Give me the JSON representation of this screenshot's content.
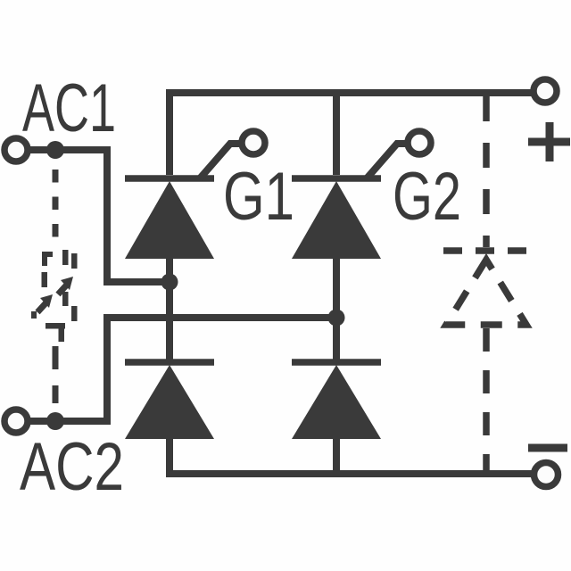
{
  "figure": {
    "type": "schematic",
    "description": "Single-phase half-controlled thyristor/diode bridge power module circuit diagram",
    "colors": {
      "line": "#3a3a3a",
      "background": "#fefefe",
      "terminal_fill": "#fcfcfc"
    },
    "terminals": {
      "ac1": {
        "label": "AC1"
      },
      "ac2": {
        "label": "AC2"
      },
      "g1": {
        "label": "G1"
      },
      "g2": {
        "label": "G2"
      },
      "dc_plus": {
        "label": "+"
      },
      "dc_minus": {
        "label": "−"
      }
    },
    "components": [
      {
        "id": "scr1",
        "type": "thyristor",
        "position": "upper left leg",
        "gate": "G1",
        "conduction": "up toward + rail"
      },
      {
        "id": "scr2",
        "type": "thyristor",
        "position": "upper right leg",
        "gate": "G2",
        "conduction": "up toward + rail"
      },
      {
        "id": "d1",
        "type": "diode",
        "position": "lower left leg",
        "conduction": "up from − rail"
      },
      {
        "id": "d2",
        "type": "diode",
        "position": "lower right leg",
        "conduction": "up from − rail"
      },
      {
        "id": "suppressor",
        "type": "varistor",
        "style": "dashed (optional)",
        "connected_between": [
          "AC1",
          "AC2"
        ]
      },
      {
        "id": "freewheel",
        "type": "diode",
        "style": "dashed (optional)",
        "connected_between": [
          "−",
          "+"
        ],
        "conduction": "up from − to +"
      }
    ],
    "junctions": [
      {
        "at": "AC1 input node"
      },
      {
        "at": "AC2 input node"
      },
      {
        "at": "left leg midpoint"
      },
      {
        "at": "right leg midpoint"
      }
    ]
  }
}
